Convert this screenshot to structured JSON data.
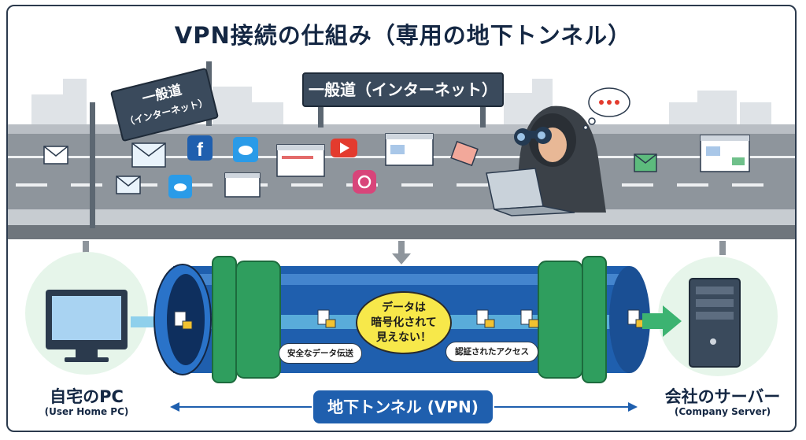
{
  "title": "VPN接続の仕組み（専用の地下トンネル）",
  "road_sign_main": "一般道（インターネット）",
  "road_sign_left": {
    "line1": "一般道",
    "line2": "（インターネット）"
  },
  "home_pc": {
    "label": "自宅のPC",
    "sublabel": "(User Home PC)"
  },
  "server": {
    "label": "会社のサーバー",
    "sublabel": "(Company Server)"
  },
  "speech_bubble": {
    "line1": "データは",
    "line2": "暗号化されて",
    "line3": "見えない！"
  },
  "tags": {
    "safe_transfer": "安全なデータ伝送",
    "authenticated_access": "認証されたアクセス"
  },
  "tunnel_label": "地下トンネル (VPN)",
  "icons": [
    "envelope-icon",
    "facebook-icon",
    "twitter-icon",
    "youtube-icon",
    "instagram-icon",
    "browser-window-icon",
    "lock-icon",
    "document-icon",
    "monitor-icon",
    "server-icon",
    "binoculars-icon",
    "laptop-icon",
    "hacker-icon",
    "thought-bubble-icon"
  ],
  "colors": {
    "tunnel_blue": "#1f5fae",
    "ring_green": "#2f9e5e",
    "road_gray": "#8e959c",
    "title_navy": "#142743",
    "bubble_yellow": "#f7e84a",
    "arrow_green": "#3cb371"
  }
}
